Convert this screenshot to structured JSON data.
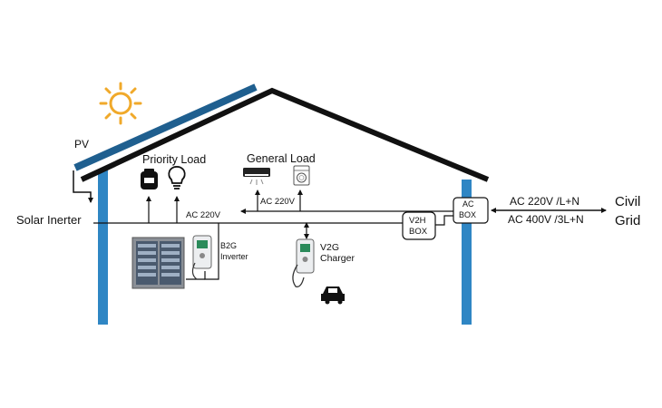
{
  "labels": {
    "pv": "PV",
    "solar_inverter": "Solar Inerter",
    "priority_load": "Priority Load",
    "general_load": "General Load",
    "ac_220v_main": "AC 220V",
    "ac_220v_general": "AC 220V",
    "v2h_box_line1": "V2H",
    "v2h_box_line2": "BOX",
    "ac_box_line1": "AC",
    "ac_box_line2": "BOX",
    "b2g_line1": "B2G",
    "b2g_line2": "Inverter",
    "v2g_line1": "V2G",
    "v2g_line2": "Charger",
    "grid_spec_1": "AC 220V /L+N",
    "grid_spec_2": "AC 400V /3L+N",
    "civil_line1": "Civil",
    "civil_line2": "Grid"
  },
  "colors": {
    "roof": "#111111",
    "pv_panel": "#1f5f8f",
    "wall": "#2f86c4",
    "sun": "#f0a92a",
    "line": "#111111"
  },
  "icons": [
    "sun-icon",
    "rice-cooker-icon",
    "light-bulb-icon",
    "air-conditioner-icon",
    "washing-machine-icon",
    "battery-cabinet-icon",
    "b2g-inverter-icon",
    "v2g-charger-icon",
    "car-icon"
  ]
}
